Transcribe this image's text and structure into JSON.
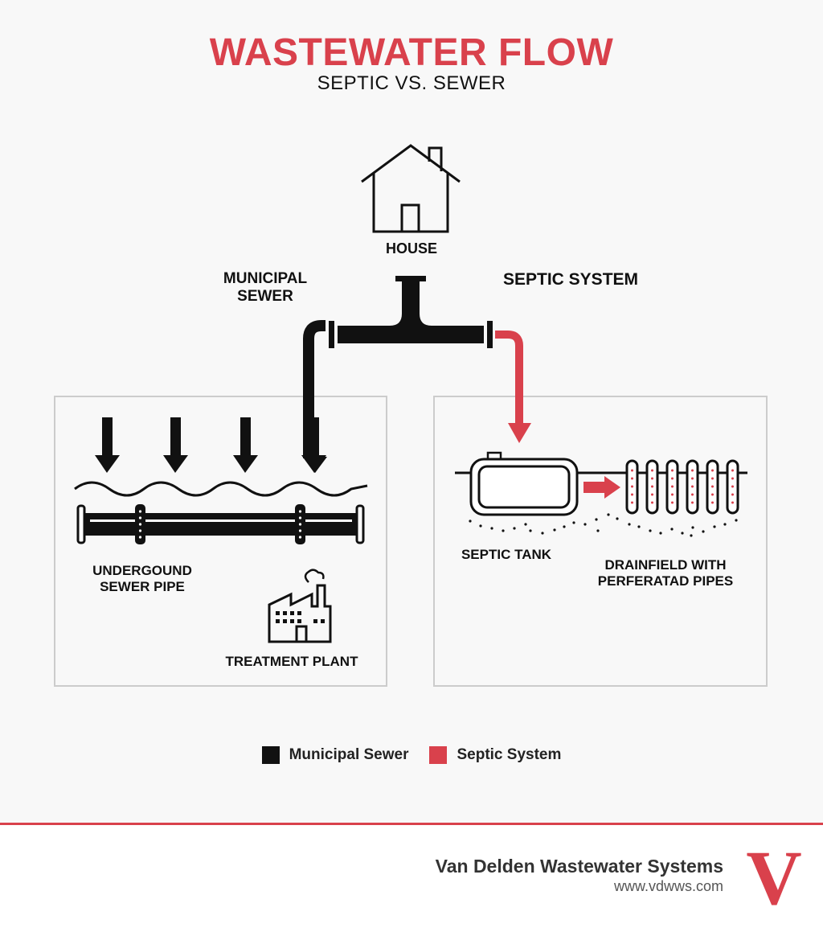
{
  "header": {
    "title": "WASTEWATER FLOW",
    "subtitle": "SEPTIC VS. SEWER"
  },
  "labels": {
    "house": "HOUSE",
    "municipal_line1": "MUNICIPAL",
    "municipal_line2": "SEWER",
    "septic_system": "SEPTIC SYSTEM",
    "pipe_line1": "UNDERGOUND",
    "pipe_line2": "SEWER PIPE",
    "treatment_plant": "TREATMENT PLANT",
    "septic_tank": "SEPTIC TANK",
    "drain_line1": "DRAINFIELD WITH",
    "drain_line2": "PERFERATAD PIPES"
  },
  "legend": [
    {
      "label": "Municipal Sewer",
      "color": "#111111"
    },
    {
      "label": "Septic System",
      "color": "#d9414c"
    }
  ],
  "footer": {
    "company": "Van Delden Wastewater Systems",
    "url": "www.vdwws.com",
    "logo_letter": "V"
  },
  "colors": {
    "accent": "#d9414c",
    "ink": "#111111",
    "box_border": "#cccccc"
  },
  "icons": [
    "house-icon",
    "factory-icon",
    "septic-tank-icon",
    "drainfield-icon"
  ]
}
